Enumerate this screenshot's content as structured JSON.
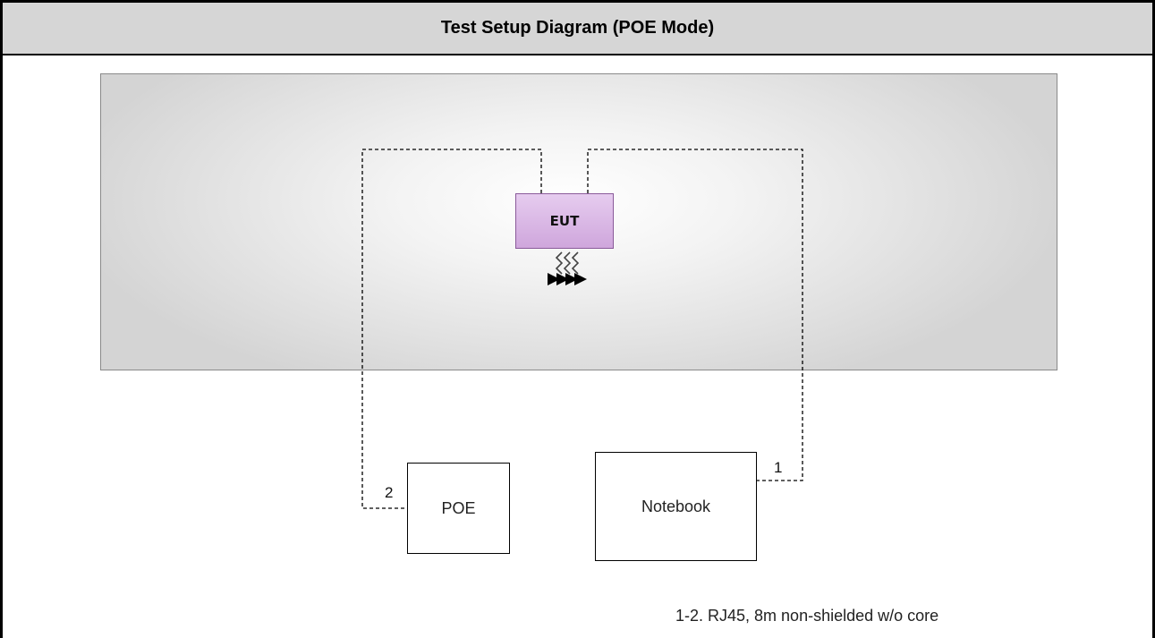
{
  "header": {
    "title": "Test Setup Diagram (POE Mode)"
  },
  "diagram": {
    "eut_label": "EUT",
    "poe_label": "POE",
    "notebook_label": "Notebook",
    "cable_1_label": "1",
    "cable_2_label": "2",
    "legend_text": "1-2. RJ45, 8m non-shielded w/o core"
  },
  "icons": {
    "wireless": "wireless-signal-icon"
  },
  "colors": {
    "header_bg": "#d6d6d6",
    "eut_fill": "#d8b4e6",
    "eut_border": "#8a5a9a",
    "room_bg": "#e0e0e0"
  }
}
